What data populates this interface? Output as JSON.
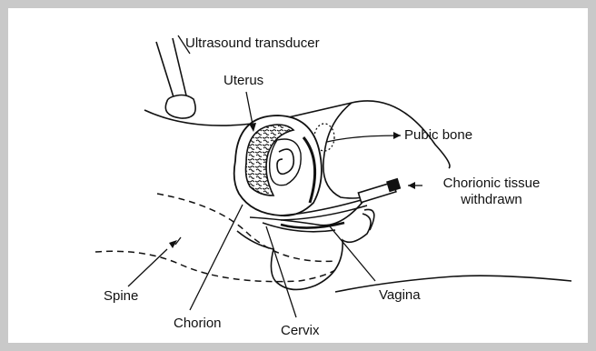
{
  "labels": {
    "transducer": "Ultrasound transducer",
    "uterus": "Uterus",
    "pubic_bone": "Pubic bone",
    "chorionic_line1": "Chorionic tissue",
    "chorionic_line2": "withdrawn",
    "spine": "Spine",
    "chorion": "Chorion",
    "cervix": "Cervix",
    "vagina": "Vagina"
  },
  "colors": {
    "frame": "#c9c9c9",
    "background": "#ffffff",
    "ink": "#111111"
  }
}
